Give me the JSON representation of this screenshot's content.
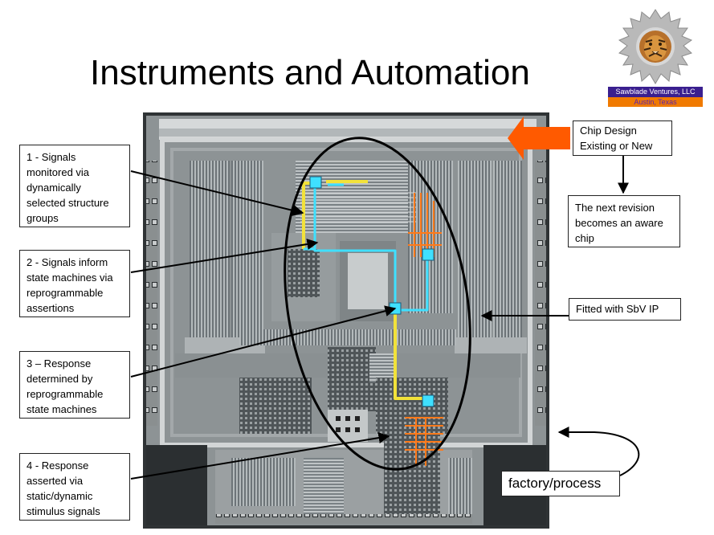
{
  "slide": {
    "title": "Instruments and Automation"
  },
  "logo": {
    "company": "Sawblade Ventures, LLC",
    "location": "Austin, Texas",
    "icon": "tiger-saw-blade-icon",
    "band_color": "#3a1f8f",
    "accent_color": "#f07a00"
  },
  "callouts": {
    "signals_monitored": [
      "1 - Signals",
      "monitored via",
      "dynamically",
      "selected structure",
      "groups"
    ],
    "signals_inform": [
      "2 - Signals inform",
      "state machines via",
      "reprogrammable",
      "assertions"
    ],
    "response_determined": [
      "3 – Response",
      "determined by",
      "reprogrammable",
      "state machines"
    ],
    "response_asserted": [
      "4 - Response",
      "asserted via",
      "static/dynamic",
      "stimulus signals"
    ],
    "chip_design": [
      "Chip Design",
      "Existing or New"
    ],
    "next_revision": [
      "The next revision",
      "becomes an aware",
      "chip"
    ],
    "fitted_ip": "Fitted with SbV IP",
    "factory_process": "factory/process"
  },
  "colors": {
    "trace_cyan": "#3fe0ff",
    "trace_yellow": "#f2e23a",
    "trace_orange": "#ff7a1a",
    "arrow_orange": "#ff5a00"
  }
}
